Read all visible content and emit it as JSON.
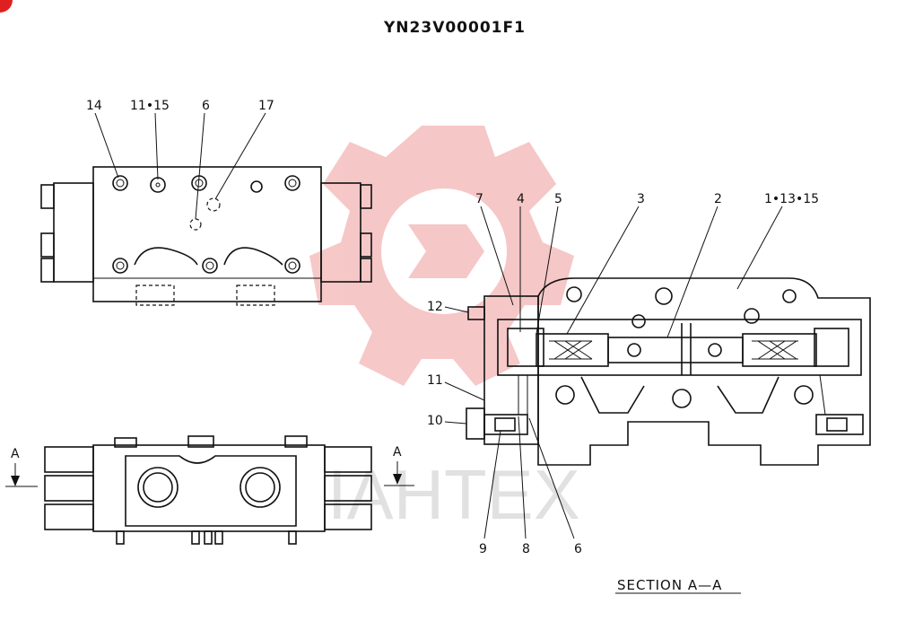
{
  "title": "YN23V00001F1",
  "section_label": "SECTION  A—A",
  "watermark_text": "IAHTEX",
  "watermark_color": "#e23b3b",
  "corner_badge_color": "#e02020",
  "top_view_callouts": [
    "14",
    "11•15",
    "6",
    "17"
  ],
  "section_callouts": [
    "7",
    "4",
    "5",
    "3",
    "2",
    "1•13•15",
    "12",
    "11",
    "10",
    "9",
    "8",
    "6"
  ],
  "section_arrow_left": "A",
  "section_arrow_right": "A",
  "icons": [
    "gear-watermark-icon",
    "section-arrow-icon"
  ]
}
